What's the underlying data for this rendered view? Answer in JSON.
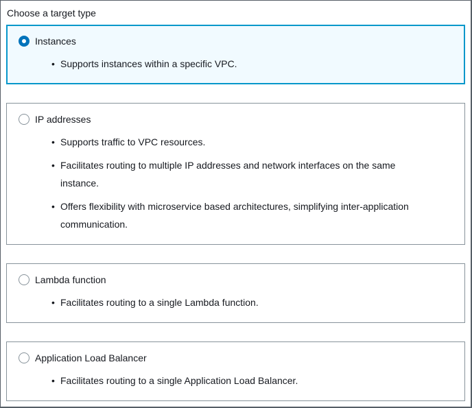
{
  "section": {
    "legend": "Choose a target type"
  },
  "options": [
    {
      "id": "instances",
      "label": "Instances",
      "selected": true,
      "bullets": [
        "Supports instances within a specific VPC."
      ]
    },
    {
      "id": "ip-addresses",
      "label": "IP addresses",
      "selected": false,
      "bullets": [
        "Supports traffic to VPC resources.",
        "Facilitates routing to multiple IP addresses and network interfaces on the same instance.",
        "Offers flexibility with microservice based architectures, simplifying inter-application communication."
      ]
    },
    {
      "id": "lambda-function",
      "label": "Lambda function",
      "selected": false,
      "bullets": [
        "Facilitates routing to a single Lambda function."
      ]
    },
    {
      "id": "application-load-balancer",
      "label": "Application Load Balancer",
      "selected": false,
      "bullets": [
        "Facilitates routing to a single Application Load Balancer."
      ]
    }
  ],
  "colors": {
    "selected_border": "#0697ca",
    "selected_bg": "#f1faff",
    "radio_selected": "#0273bb",
    "card_border": "#87929a",
    "frame_border": "#565e66",
    "text": "#16191f"
  }
}
